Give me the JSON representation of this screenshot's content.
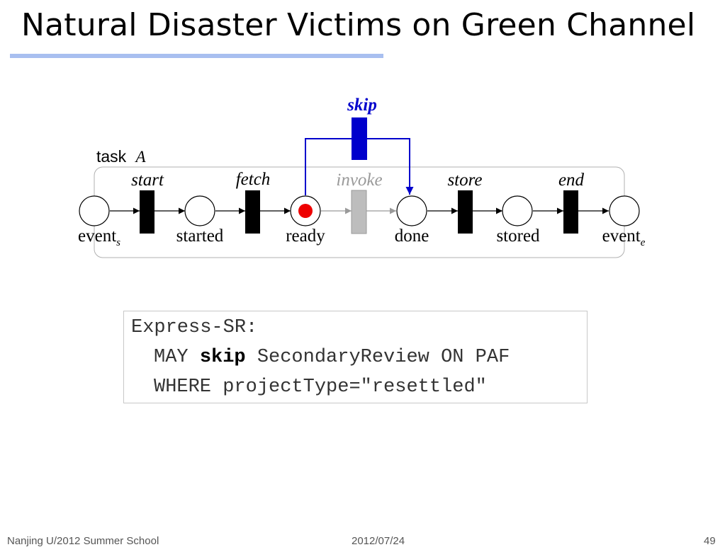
{
  "slide": {
    "title": "Natural Disaster Victims on Green Channel"
  },
  "diagram": {
    "task_prefix": "task",
    "task_name": "A",
    "transitions": {
      "skip": "skip",
      "start": "start",
      "fetch": "fetch",
      "invoke": "invoke",
      "store": "store",
      "end": "end"
    },
    "places": {
      "event_s_base": "event",
      "event_s_sub": "s",
      "started": "started",
      "ready": "ready",
      "done": "done",
      "stored": "stored",
      "event_e_base": "event",
      "event_e_sub": "e"
    },
    "colors": {
      "skip": "#0000cc",
      "token": "#ee0000",
      "disabled": "#9a9a9a",
      "disabled_fill": "#bdbdbd"
    }
  },
  "code": {
    "line1": "Express-SR:",
    "line2_pre": "MAY ",
    "line2_kw": "skip",
    "line2_post": " SecondaryReview ON PAF",
    "line3": "WHERE projectType=\"resettled\""
  },
  "footer": {
    "left": "Nanjing U/2012 Summer School",
    "center": "2012/07/24",
    "right": "49"
  }
}
